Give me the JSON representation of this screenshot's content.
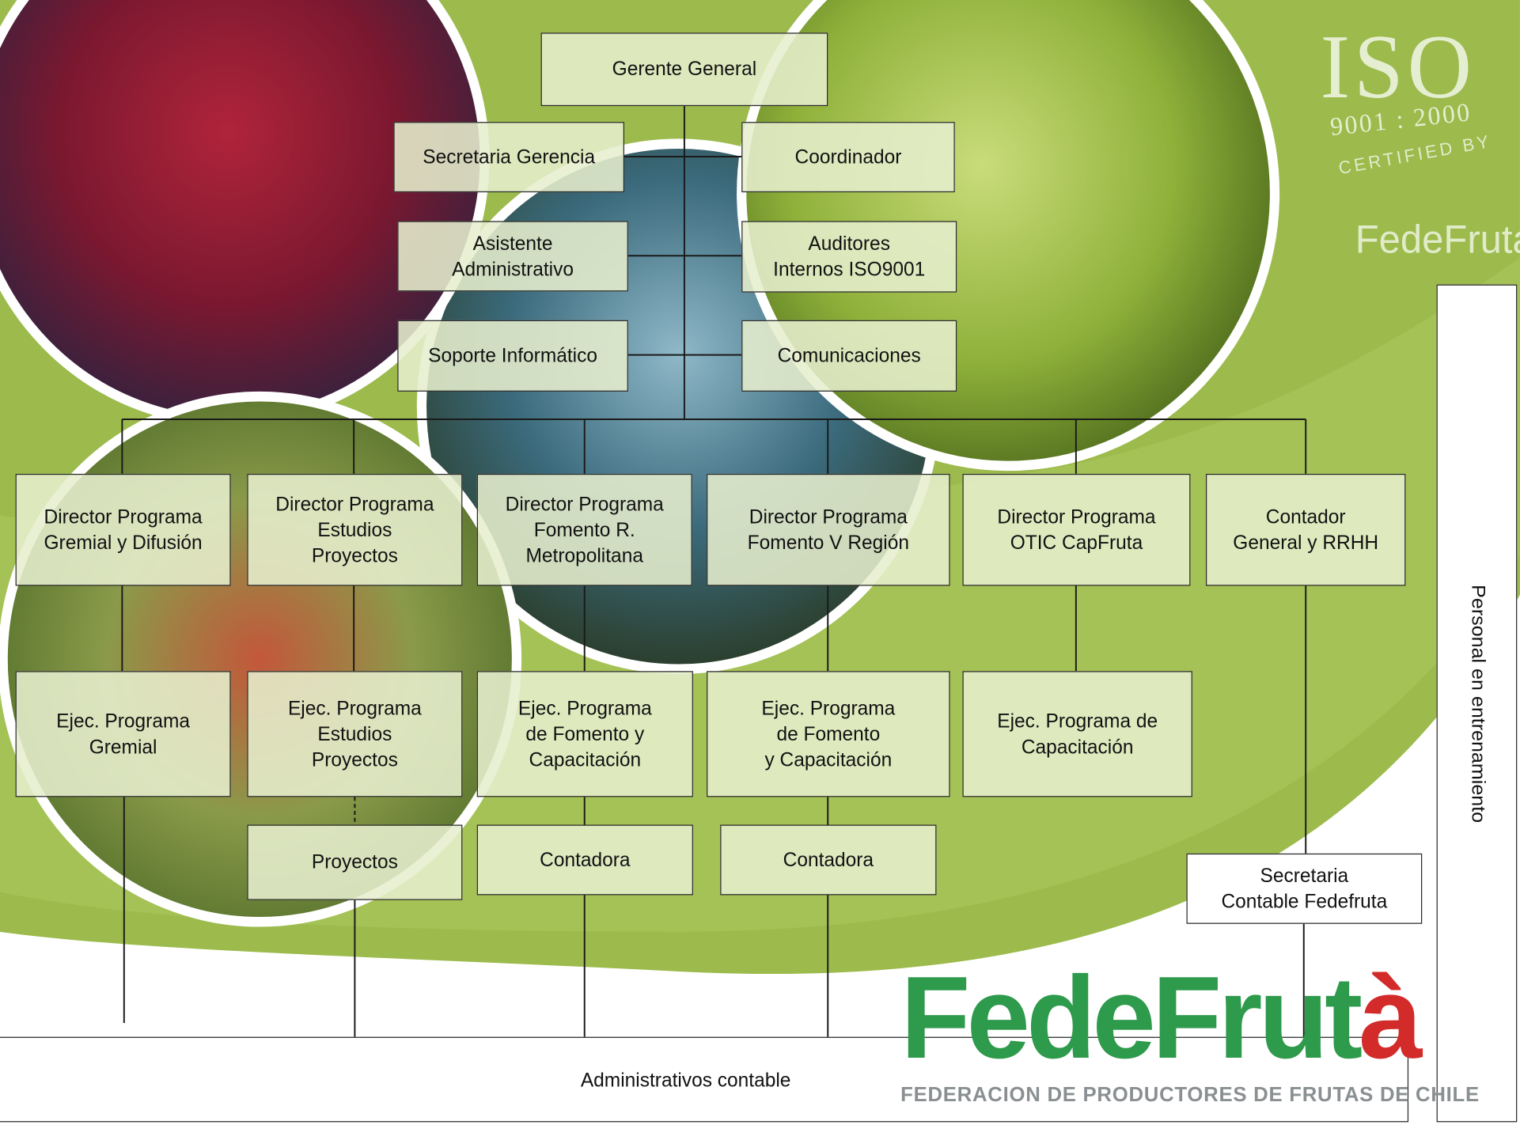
{
  "nodes": {
    "gerente": "Gerente General",
    "secretaria_gerencia": "Secretaria Gerencia",
    "coordinador": "Coordinador",
    "asistente": "Asistente\nAdministrativo",
    "auditores": "Auditores\nInternos ISO9001",
    "soporte": "Soporte Informático",
    "comunicaciones": "Comunicaciones",
    "dir_gremial": "Director Programa\nGremial y Difusión",
    "dir_estudios": "Director Programa\nEstudios\nProyectos",
    "dir_fomento_rm": "Director Programa\nFomento R.\nMetropolitana",
    "dir_fomento_v": "Director Programa\nFomento V Región",
    "dir_otic": "Director Programa\nOTIC CapFruta",
    "contador": "Contador\nGeneral y RRHH",
    "ejec_gremial": "Ejec. Programa\nGremial",
    "ejec_estudios": "Ejec. Programa\nEstudios\nProyectos",
    "ejec_fomento_rm": "Ejec. Programa\nde Fomento y\nCapacitación",
    "ejec_fomento_v": "Ejec. Programa\nde Fomento\ny Capacitación",
    "ejec_otic": "Ejec. Programa de\nCapacitación",
    "proyectos": "Proyectos",
    "contadora_1": "Contadora",
    "contadora_2": "Contadora",
    "secretaria_contable": "Secretaria\nContable Fedefruta",
    "personal": "Personal en entrenamiento",
    "administrativos": "Administrativos contable"
  },
  "logo": {
    "word_main": "FedeFrut",
    "word_accent": "à",
    "subtitle": "FEDERACION DE PRODUCTORES DE FRUTAS DE CHILE"
  },
  "iso_badge": {
    "main": "ISO",
    "standard": "9001 : 2000",
    "certified": "CERTIFIED BY",
    "brand": "FedeFruta"
  },
  "colors": {
    "background_green": "#9cbb4c",
    "box_fill": "#e6eecd",
    "logo_green": "#2e9a4c",
    "logo_red": "#d32a2a"
  }
}
